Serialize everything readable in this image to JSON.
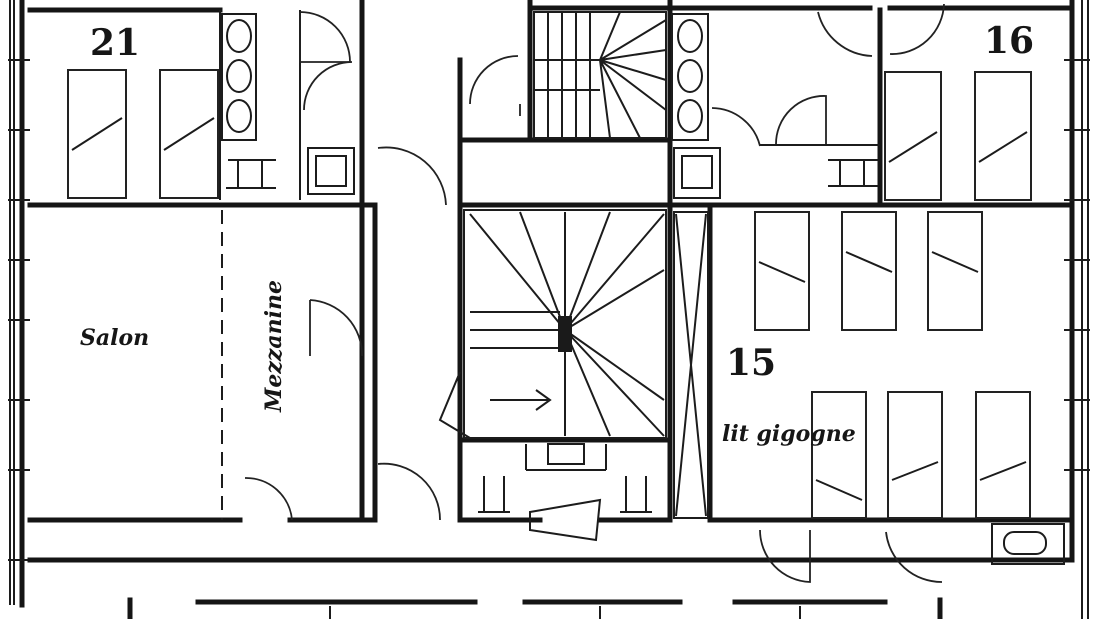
{
  "rooms": {
    "room_21": "21",
    "room_16": "16",
    "room_15": "15"
  },
  "labels": {
    "salon": "Salon",
    "mezzanine": "Mezzanine",
    "lit_gigogne": "lit gigogne"
  },
  "colors": {
    "ink": "#151515",
    "paper": "#ffffff"
  }
}
